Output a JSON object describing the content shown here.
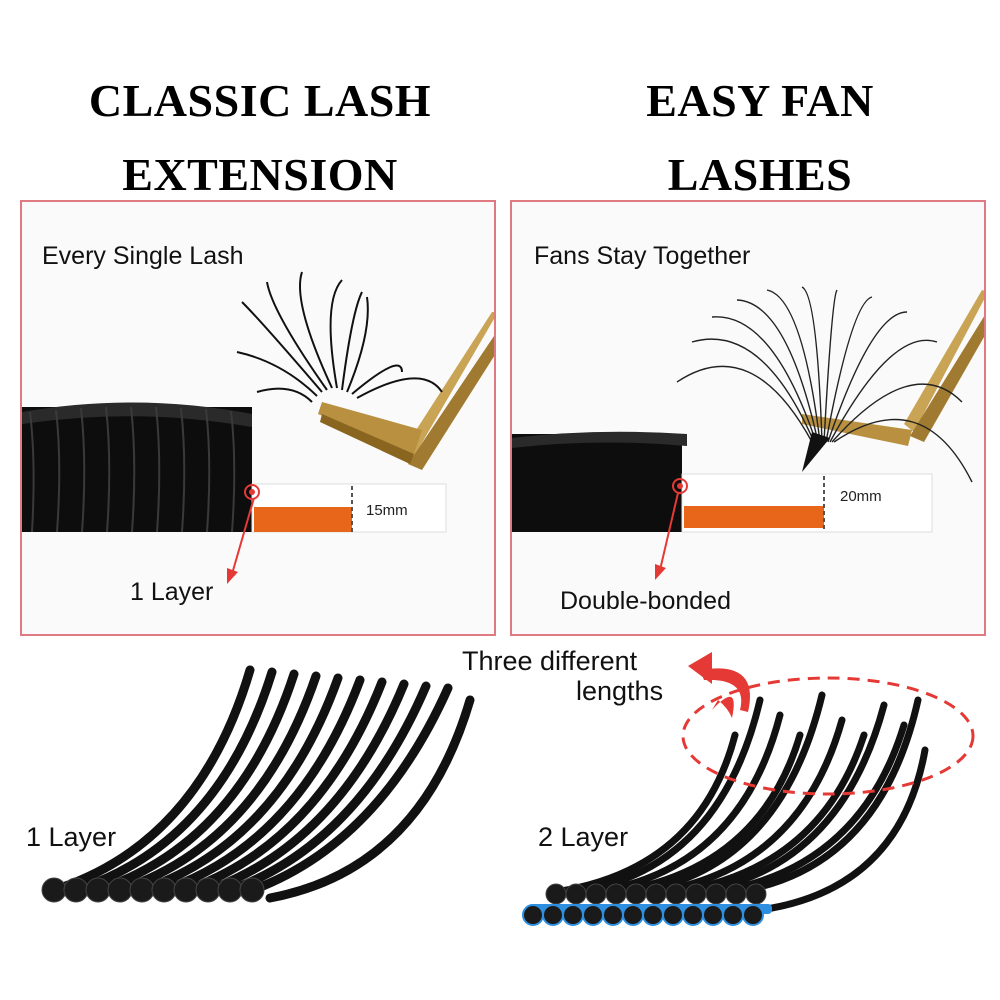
{
  "headings": {
    "left": [
      "CLASSIC LASH",
      "EXTENSION"
    ],
    "right": [
      "EASY FAN",
      "LASHES"
    ]
  },
  "panel_left": {
    "title": "Every Single Lash",
    "length_label": "15mm",
    "layer_label": "1 Layer"
  },
  "panel_right": {
    "title": "Fans Stay Together",
    "length_label": "20mm",
    "bond_label": "Double-bonded"
  },
  "bottom": {
    "left_label": "1 Layer",
    "right_label": "2 Layer",
    "annotation_line1": "Three different",
    "annotation_line2": "lengths"
  },
  "colors": {
    "panel_border": "#e07a82",
    "accent_red": "#e53935",
    "strip_orange": "#e8661a",
    "tweezer_gold": "#b08a3c",
    "bond_blue": "#2e8fe0",
    "lash_black": "#111111"
  }
}
